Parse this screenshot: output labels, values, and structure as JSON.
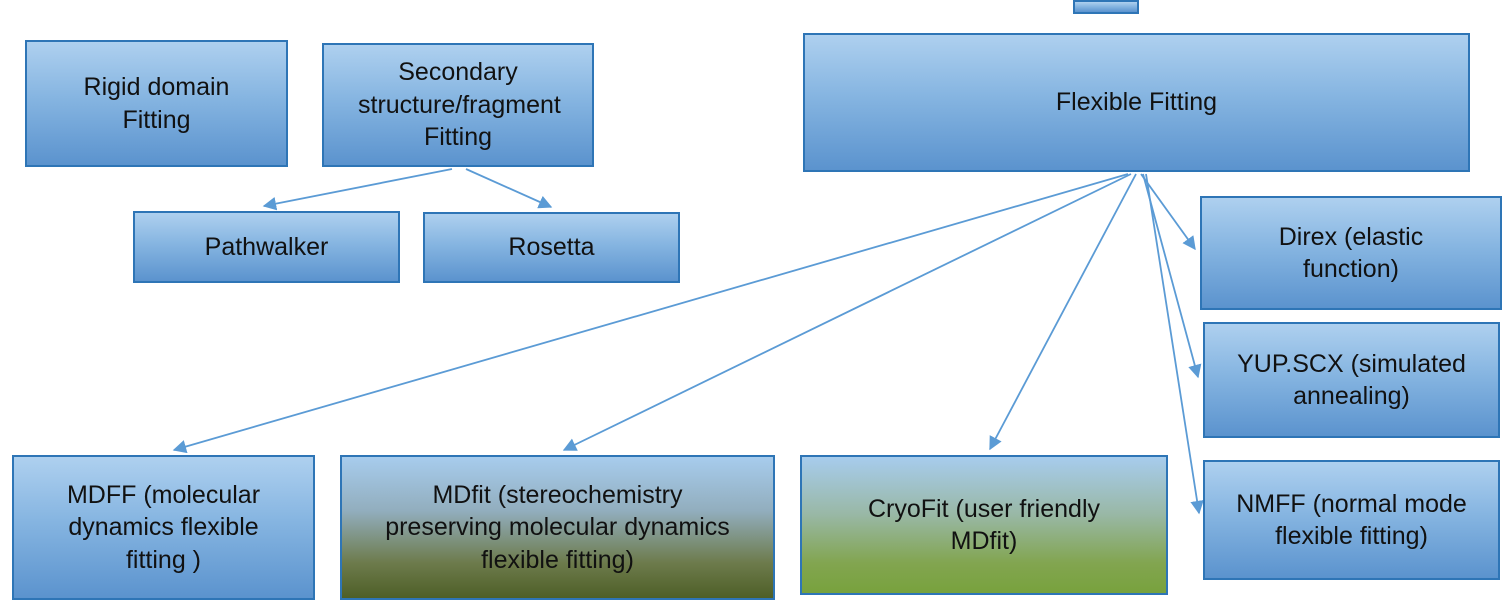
{
  "nodes": {
    "rigid_domain_fitting": {
      "label": "Rigid domain Fitting"
    },
    "secondary_structure_fragment_fitting": {
      "label": "Secondary structure/fragment Fitting"
    },
    "flexible_fitting": {
      "label": "Flexible Fitting"
    },
    "pathwalker": {
      "label": "Pathwalker"
    },
    "rosetta": {
      "label": "Rosetta"
    },
    "direx": {
      "label": "Direx (elastic function)"
    },
    "yup_scx": {
      "label": "YUP.SCX (simulated annealing)"
    },
    "nmff": {
      "label": "NMFF (normal mode flexible fitting)"
    },
    "mdff": {
      "label": "MDFF (molecular dynamics flexible fitting )"
    },
    "mdfit": {
      "label": "MDfit (stereochemistry preserving molecular dynamics flexible fitting)"
    },
    "cryofit": {
      "label": "CryoFit (user friendly MDfit)"
    }
  },
  "edges": [
    {
      "from": "secondary_structure_fragment_fitting",
      "to": "pathwalker"
    },
    {
      "from": "secondary_structure_fragment_fitting",
      "to": "rosetta"
    },
    {
      "from": "flexible_fitting",
      "to": "mdff"
    },
    {
      "from": "flexible_fitting",
      "to": "mdfit"
    },
    {
      "from": "flexible_fitting",
      "to": "cryofit"
    },
    {
      "from": "flexible_fitting",
      "to": "direx"
    },
    {
      "from": "flexible_fitting",
      "to": "yup_scx"
    },
    {
      "from": "flexible_fitting",
      "to": "nmff"
    }
  ],
  "colors": {
    "background": "#ffffff",
    "box_border": "#2e75b6",
    "box_gradient_top": "#aed0ef",
    "box_gradient_bottom": "#5b93ce",
    "mdfit_gradient_bottom": "#4e5f27",
    "cryofit_gradient_bottom": "#78a23d",
    "connector": "#5b9bd5",
    "text": "#111111"
  }
}
